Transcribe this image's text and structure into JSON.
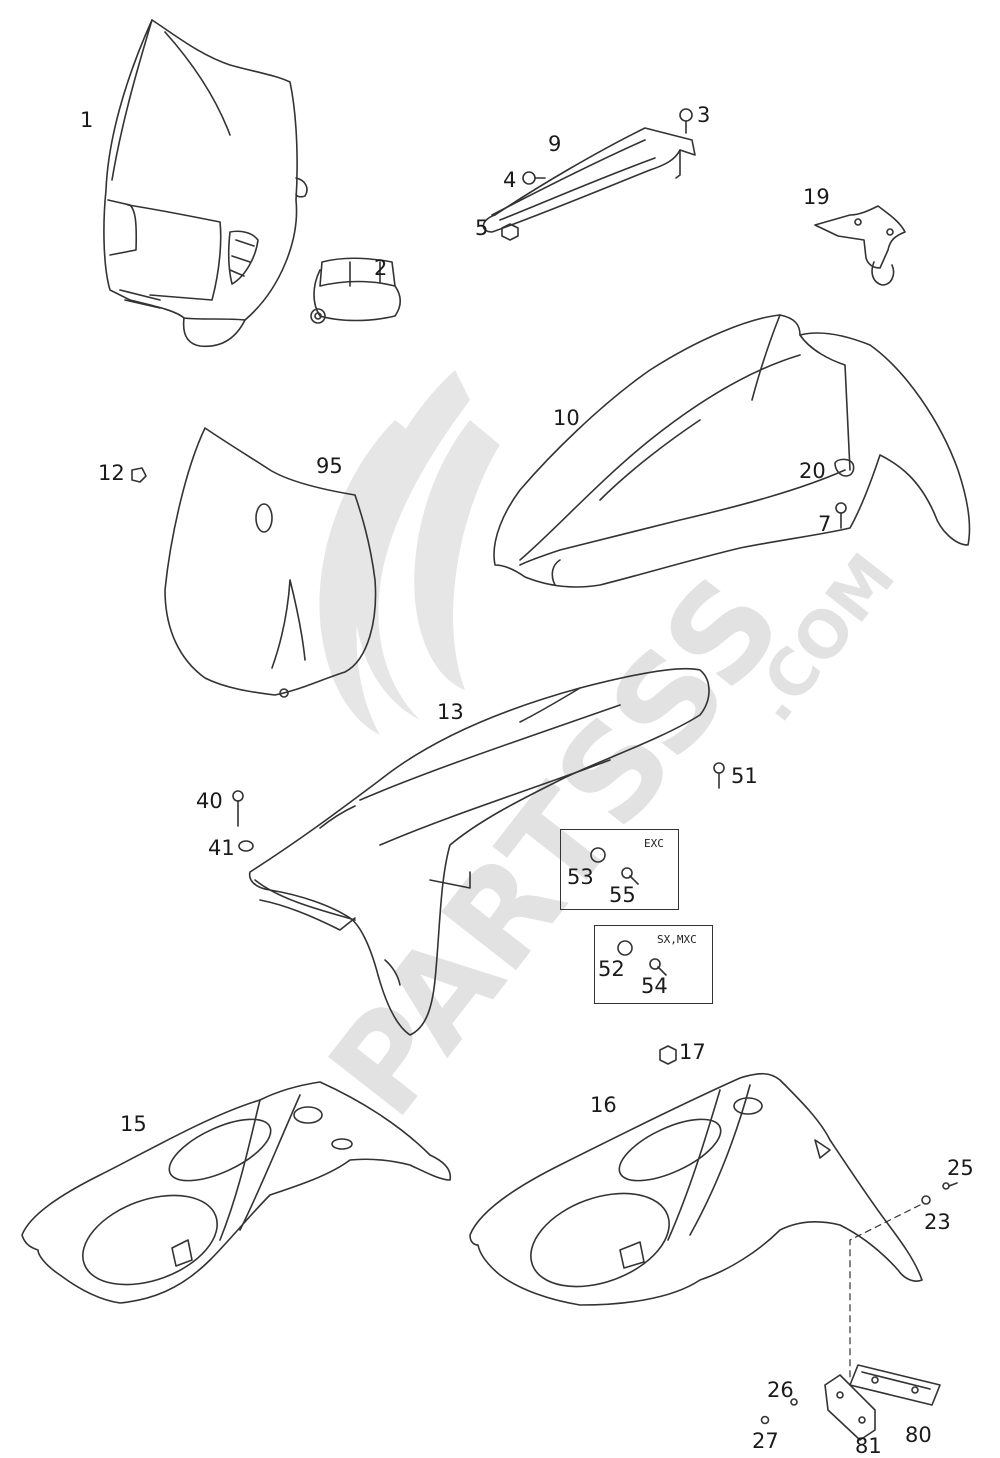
{
  "watermark": {
    "brand": "PARTSSS",
    "suffix": ".COM",
    "color": "#e2e2e2"
  },
  "parts": [
    "1",
    "2",
    "3",
    "4",
    "5",
    "7",
    "9",
    "10",
    "12",
    "13",
    "15",
    "16",
    "17",
    "19",
    "20",
    "23",
    "25",
    "26",
    "27",
    "40",
    "41",
    "51",
    "52",
    "53",
    "54",
    "55",
    "80",
    "81",
    "95"
  ],
  "variant_boxes": {
    "exc": {
      "caption": "EXC",
      "parts": [
        "53",
        "55"
      ]
    },
    "sxmxc": {
      "caption": "SX,MXC",
      "parts": [
        "52",
        "54"
      ]
    }
  },
  "colors": {
    "line": "#333333",
    "label": "#1a1a1a",
    "background": "#ffffff"
  }
}
